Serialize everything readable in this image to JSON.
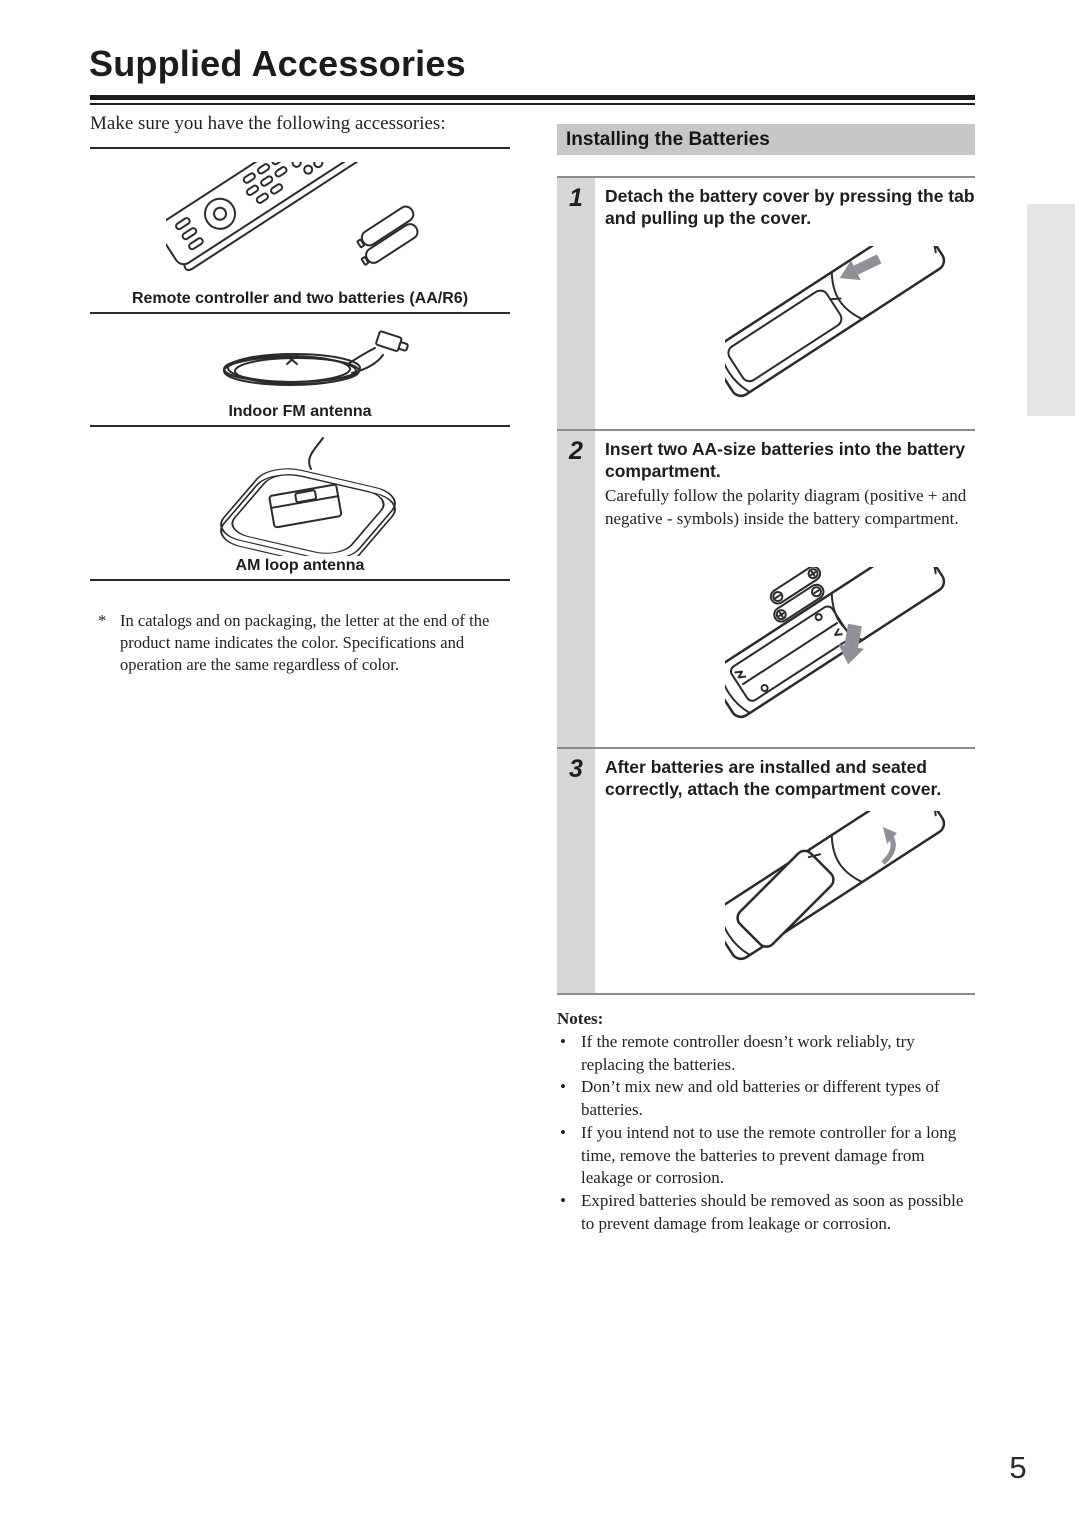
{
  "page": {
    "title": "Supplied Accessories",
    "page_number": "5"
  },
  "left_column": {
    "intro": "Make sure you have the following accessories:",
    "accessories": [
      {
        "icon": "remote-and-batteries-illustration",
        "caption": "Remote controller and two batteries (AA/R6)"
      },
      {
        "icon": "fm-antenna-illustration",
        "caption": "Indoor FM antenna"
      },
      {
        "icon": "am-loop-antenna-illustration",
        "caption": "AM loop antenna"
      }
    ],
    "footnote_marker": "*",
    "footnote": "In catalogs and on packaging, the letter at the end of the product name indicates the color. Specifications and operation are the same regardless of color."
  },
  "right_column": {
    "section_title": "Installing the Batteries",
    "steps": [
      {
        "number": "1",
        "heading": "Detach the battery cover by pressing the tab and pulling up the cover.",
        "body": "",
        "icon": "remote-cover-removal-illustration"
      },
      {
        "number": "2",
        "heading": "Insert two AA-size batteries into the battery compartment.",
        "body": "Carefully follow the polarity diagram (positive + and negative - symbols) inside the battery compartment.",
        "icon": "battery-insertion-illustration"
      },
      {
        "number": "3",
        "heading": "After batteries are installed and seated correctly, attach the compartment cover.",
        "body": "",
        "icon": "cover-attachment-illustration"
      }
    ],
    "bullet": "•",
    "notes_title": "Notes:",
    "notes": [
      "If the remote controller doesn’t work reliably, try replacing the batteries.",
      "Don’t mix new and old batteries or different types of batteries.",
      "If you intend not to use the remote controller for a long time, remove the batteries to prevent damage from leakage or corrosion.",
      "Expired batteries should be removed as soon as possible to prevent damage from leakage or corrosion."
    ]
  },
  "colors": {
    "banner_bg": "#c6c7c9",
    "step_strip_bg": "#d6d7d9",
    "side_tab_bg": "#e4e5e7",
    "rule_gray": "#8c8c8e",
    "text": "#231f20",
    "line_art": "#2b2b2b"
  }
}
